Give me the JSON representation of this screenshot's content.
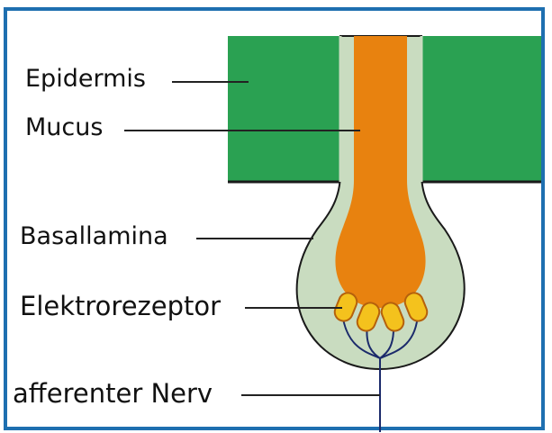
{
  "labels": {
    "epidermis": "Epidermis",
    "mucus": "Mucus",
    "basallamina": "Basallamina",
    "elektrorezeptor": "Elektrorezeptor",
    "afferenter_nerv": "afferenter Nerv"
  },
  "colors": {
    "frame": "#1e6fb0",
    "epidermis": "#2aa152",
    "mucus": "#e8820f",
    "ampulla": "#c9dcc0",
    "receptor": "#f4c21d",
    "nerve": "#1b2a6b",
    "outline": "#1a1a1a"
  }
}
